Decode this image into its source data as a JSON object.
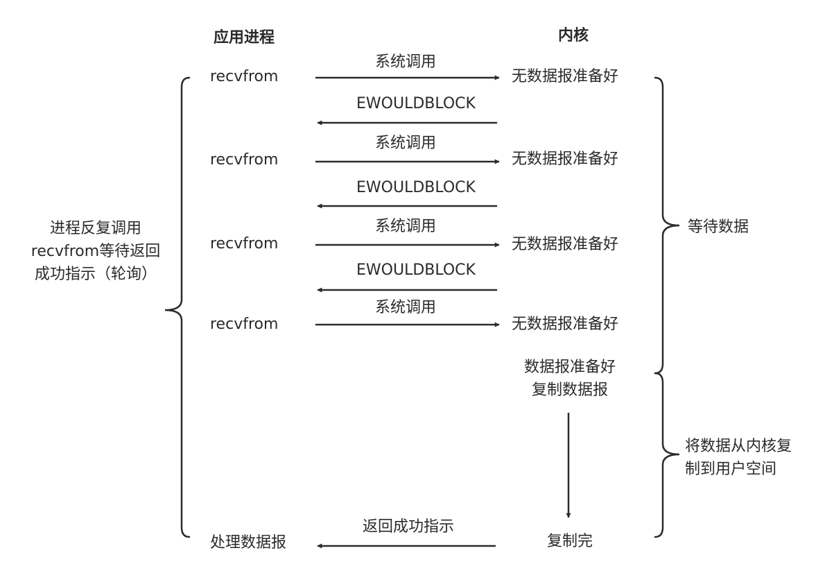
{
  "headers": {
    "process": "应用进程",
    "kernel": "内核"
  },
  "rows": [
    {
      "call": "recvfrom",
      "syscall_label": "系统调用",
      "kernel_state": "无数据报准备好",
      "reply": "EWOULDBLOCK"
    },
    {
      "call": "recvfrom",
      "syscall_label": "系统调用",
      "kernel_state": "无数据报准备好",
      "reply": "EWOULDBLOCK"
    },
    {
      "call": "recvfrom",
      "syscall_label": "系统调用",
      "kernel_state": "无数据报准备好",
      "reply": "EWOULDBLOCK"
    },
    {
      "call": "recvfrom",
      "syscall_label": "系统调用",
      "kernel_state": "无数据报准备好"
    }
  ],
  "kernel_ready": "数据报准备好\n复制数据报",
  "copy_done": "复制完",
  "return_label": "返回成功指示",
  "process_datagram": "处理数据报",
  "left_brace_label": "进程反复调用\nrecvfrom等待返回\n成功指示（轮询）",
  "wait_data_label": "等待数据",
  "copy_phase_label": "将数据从内核复\n制到用户空间",
  "colors": {
    "line": "#2b2b2b",
    "text": "#2a2a2a"
  }
}
